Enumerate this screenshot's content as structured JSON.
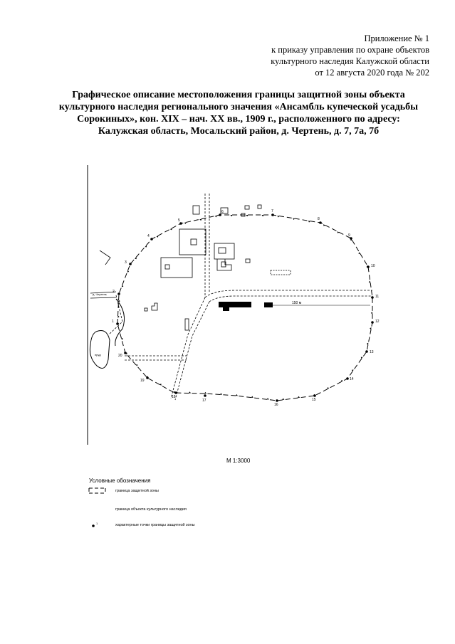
{
  "header": {
    "line1": "Приложение № 1",
    "line2": "к приказу управления по охране объектов",
    "line3": "культурного наследия Калужской области",
    "line4": "от 12 августа 2020 года № 202"
  },
  "title": {
    "line1": "Графическое описание местоположения границы защитной зоны объекта",
    "line2": "культурного наследия регионального значения «Ансамбль купеческой усадьбы",
    "line3": "Сорокиных», кон. XIX – нач. XX вв., 1909 г., расположенного по адресу:",
    "line4": "Калужская область, Мосальский район, д. Чертень, д. 7, 7а, 7б"
  },
  "map": {
    "point_labels": [
      "1",
      "2",
      "3",
      "4",
      "5",
      "6",
      "7",
      "8",
      "9",
      "10",
      "11",
      "12",
      "13",
      "14",
      "15",
      "16",
      "17",
      "18",
      "19",
      "20"
    ],
    "distance_label": "150 м",
    "road_label": "д. Чертень",
    "pond_label": "пруд",
    "scale": "М 1:3000"
  },
  "legend": {
    "title": "Условные обозначения",
    "items": [
      "граница защитной зоны",
      "граница объекта культурного наследия",
      "характерные точки границы защитной зоны"
    ],
    "point_sample": "1"
  }
}
